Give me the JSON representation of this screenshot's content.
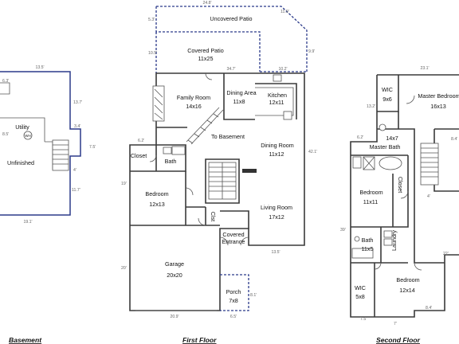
{
  "floors": {
    "basement": {
      "label": "Basement",
      "rooms": {
        "utility": "Utility",
        "unfinished": "Unfinished",
        "wh": "WH"
      },
      "dims": [
        "13.5'",
        "13.7'",
        "3.4'",
        "7.5'",
        "4'",
        "11.7'",
        "19.1'",
        "6.3'",
        "8.5'"
      ]
    },
    "first": {
      "label": "First Floor",
      "rooms": {
        "uncovered_patio": "Uncovered Patio",
        "covered_patio": "Covered Patio",
        "covered_patio_size": "11x25",
        "family": "Family Room",
        "family_size": "14x16",
        "dining_area": "Dining Area",
        "dining_area_size": "11x8",
        "kitchen": "Kitchen",
        "kitchen_size": "12x11",
        "to_basement": "To Basement",
        "dining_room": "Dining Room",
        "dining_room_size": "11x12",
        "closet": "Closet",
        "bath": "Bath",
        "bedroom": "Bedroom",
        "bedroom_size": "12x13",
        "clst": "Clst",
        "living": "Living Room",
        "living_size": "17x12",
        "covered_entrance_1": "Covered",
        "covered_entrance_2": "Entrance",
        "garage": "Garage",
        "garage_size": "20x20",
        "porch": "Porch",
        "porch_size": "7x8"
      },
      "dims": [
        "24.8'",
        "11.9'",
        "5.3'",
        "10.5'",
        "34.7'",
        "10.2'",
        "9.9'",
        "6.2'",
        "19'",
        "42.1'",
        "13.5'",
        "20'",
        "20.9'",
        "6.5'",
        "8.1'"
      ]
    },
    "second": {
      "label": "Second Floor",
      "rooms": {
        "wic_top": "WIC",
        "wic_top_size": "9x6",
        "master_bedroom": "Master Bedroom",
        "master_bedroom_size": "16x13",
        "master_bath_size": "14x7",
        "master_bath": "Master Bath",
        "bedroom1": "Bedroom",
        "bedroom1_size": "11x11",
        "closet": "Closet",
        "bath": "Bath",
        "bath_size": "11x5",
        "laundry": "Laundry",
        "wic_bottom": "WIC",
        "wic_bottom_size": "5x8",
        "bedroom2": "Bedroom",
        "bedroom2_size": "12x14"
      },
      "dims": [
        "23.1'",
        "13.2'",
        "6.2'",
        "8.4'",
        "4'",
        "39'",
        "22'",
        "7.5'",
        "7'",
        "8.4'"
      ]
    }
  }
}
